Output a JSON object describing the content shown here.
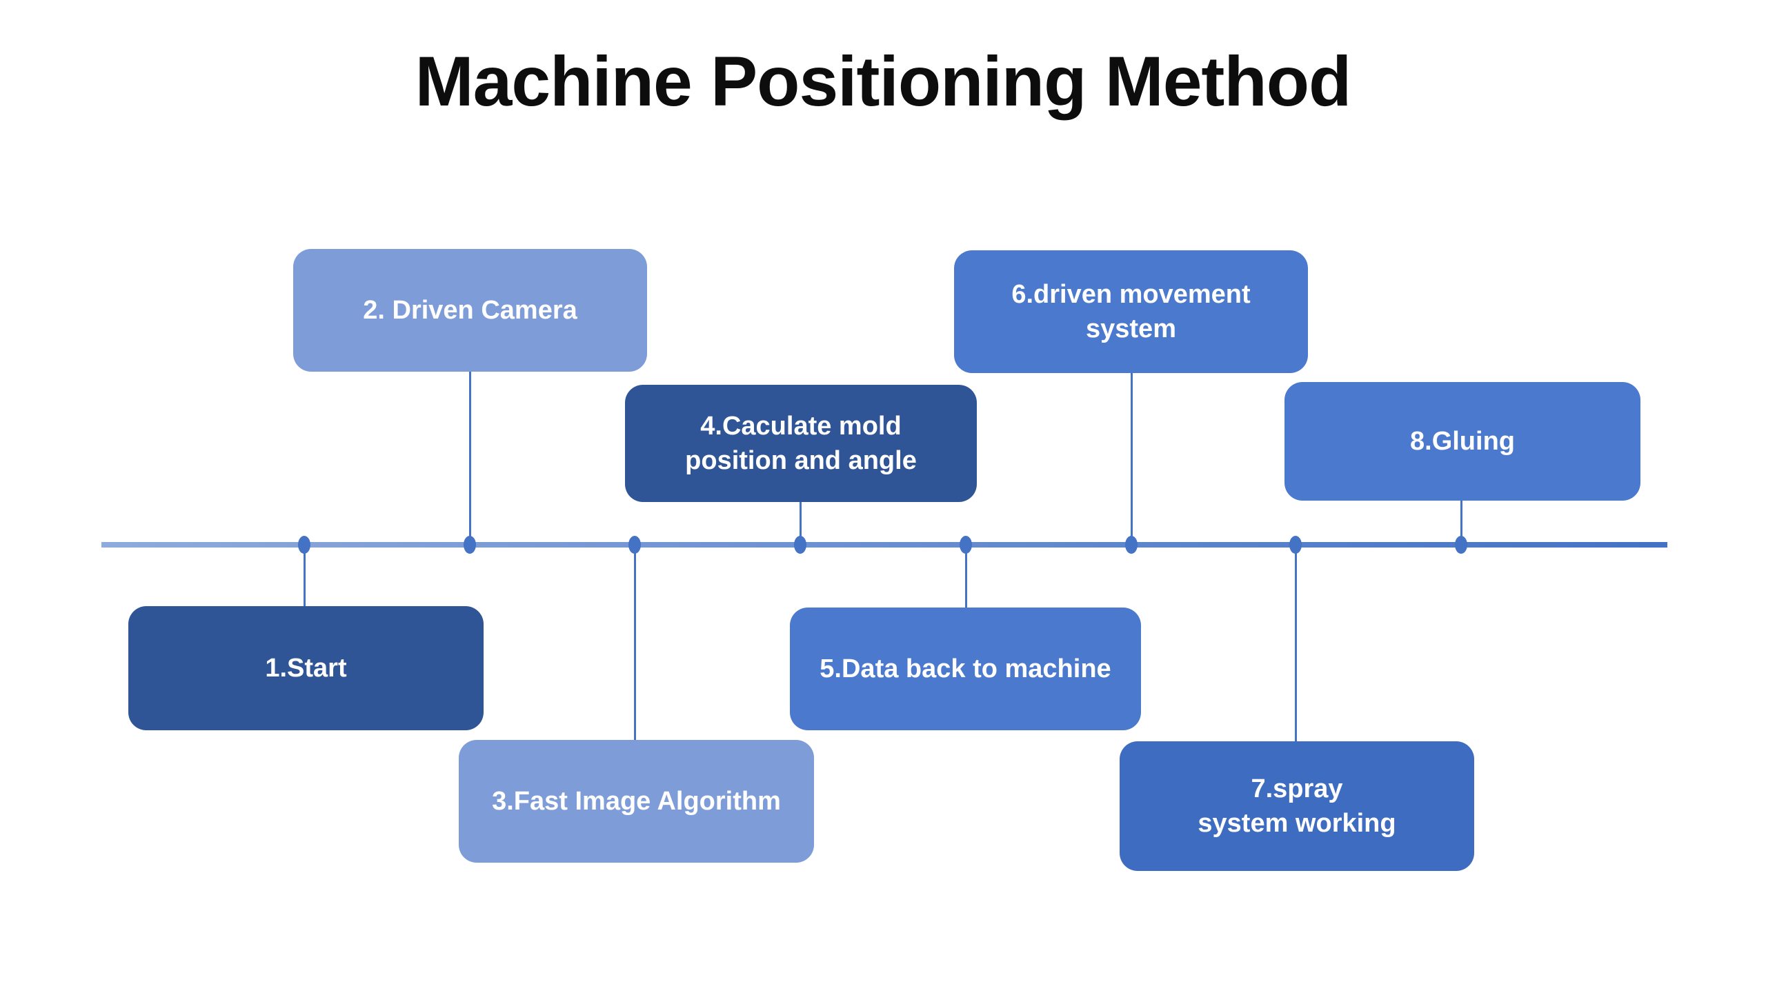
{
  "title": "Machine Positioning Method",
  "accent_color": "#4472C4",
  "timeline": {
    "line_gradient_start": "#8FAADC",
    "line_gradient_end": "#4472C4",
    "dot_color": "#4472C4",
    "connector_color": "#4472C4"
  },
  "steps": [
    {
      "id": 1,
      "label": "1.Start",
      "color": "#2F5597",
      "position": "below"
    },
    {
      "id": 2,
      "label": "2. Driven Camera",
      "color": "#7E9CD8",
      "position": "above"
    },
    {
      "id": 3,
      "label": "3.Fast Image Algorithm",
      "color": "#7E9CD8",
      "position": "below"
    },
    {
      "id": 4,
      "label": "4.Caculate mold\nposition and angle",
      "color": "#2F5597",
      "position": "above"
    },
    {
      "id": 5,
      "label": "5.Data back to machine",
      "color": "#4A79CD",
      "position": "below"
    },
    {
      "id": 6,
      "label": "6.driven movement\nsystem",
      "color": "#4A79CD",
      "position": "above"
    },
    {
      "id": 7,
      "label": "7.spray\nsystem working",
      "color": "#3E6CC0",
      "position": "below"
    },
    {
      "id": 8,
      "label": "8.Gluing",
      "color": "#4A79CD",
      "position": "above"
    }
  ]
}
